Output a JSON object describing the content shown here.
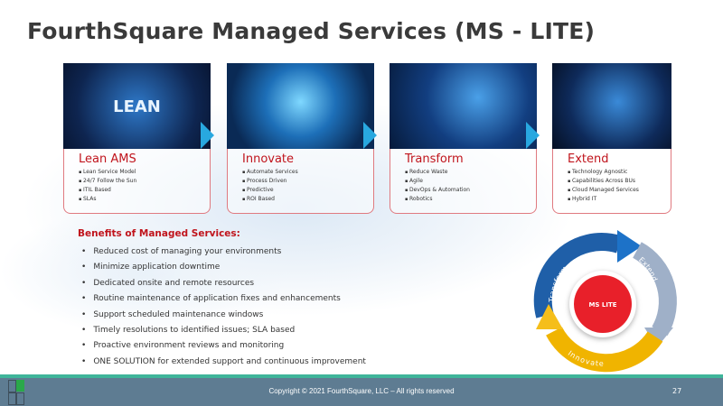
{
  "title": "FourthSquare Managed Services (MS - LITE)",
  "cards": [
    {
      "image_label": "LEAN",
      "heading": "Lean AMS",
      "items": [
        "Lean Service Model",
        "24/7 Follow the Sun",
        "ITIL Based",
        "SLAs"
      ]
    },
    {
      "image_label": "",
      "heading": "Innovate",
      "items": [
        "Automate Services",
        "Process Driven",
        "Predictive",
        "ROI Based"
      ]
    },
    {
      "image_label": "",
      "heading": "Transform",
      "items": [
        "Reduce Waste",
        "Agile",
        "DevOps & Automation",
        "Robotics"
      ]
    },
    {
      "image_label": "",
      "heading": "Extend",
      "items": [
        "Technology Agnostic",
        "Capabilities Across BUs",
        "Cloud Managed Services",
        "Hybrid IT"
      ]
    }
  ],
  "benefits": {
    "title": "Benefits of Managed Services:",
    "items": [
      "Reduced cost of managing your environments",
      "Minimize application downtime",
      "Dedicated onsite and remote resources",
      "Routine maintenance of application fixes and enhancements",
      "Support scheduled maintenance windows",
      "Timely resolutions to identified issues; SLA based",
      "Proactive environment reviews and monitoring",
      "ONE SOLUTION for extended support and continuous improvement"
    ]
  },
  "cycle": {
    "center": "MS LITE",
    "transform": "Transform",
    "extend": "Extend",
    "innovate": "Innovate"
  },
  "footer": {
    "copyright": "Copyright © 2021 FourthSquare, LLC – All rights reserved",
    "page": "27"
  },
  "colors": {
    "accent_red": "#c0141c",
    "chevron": "#28a8e0",
    "footer": "#5e7c92",
    "footer_line": "#3fb59a"
  }
}
